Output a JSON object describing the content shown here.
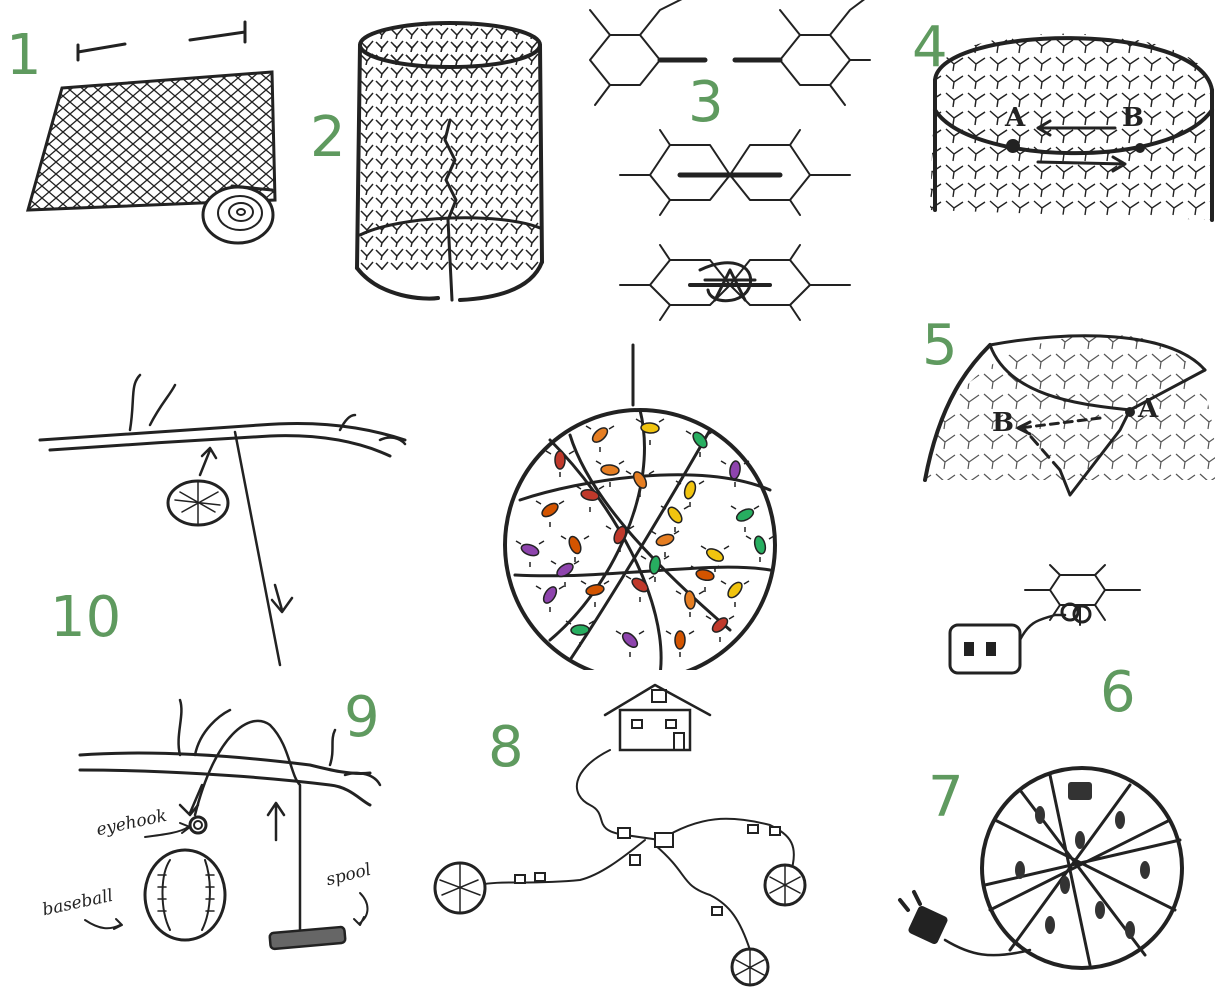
{
  "steps": {
    "s1": "1",
    "s2": "2",
    "s3": "3",
    "s4": "4",
    "s5": "5",
    "s6": "6",
    "s7": "7",
    "s8": "8",
    "s9": "9",
    "s10": "10"
  },
  "markers": {
    "a": "A",
    "b": "B"
  },
  "labels": {
    "eyehook": "eyehook",
    "baseball": "baseball",
    "spool": "spool"
  },
  "colors": {
    "step_number": "#5f9a5f",
    "ink": "#222222",
    "bulbs": [
      "#c0392b",
      "#e67e22",
      "#f1c40f",
      "#27ae60",
      "#8e44ad",
      "#d35400"
    ]
  }
}
